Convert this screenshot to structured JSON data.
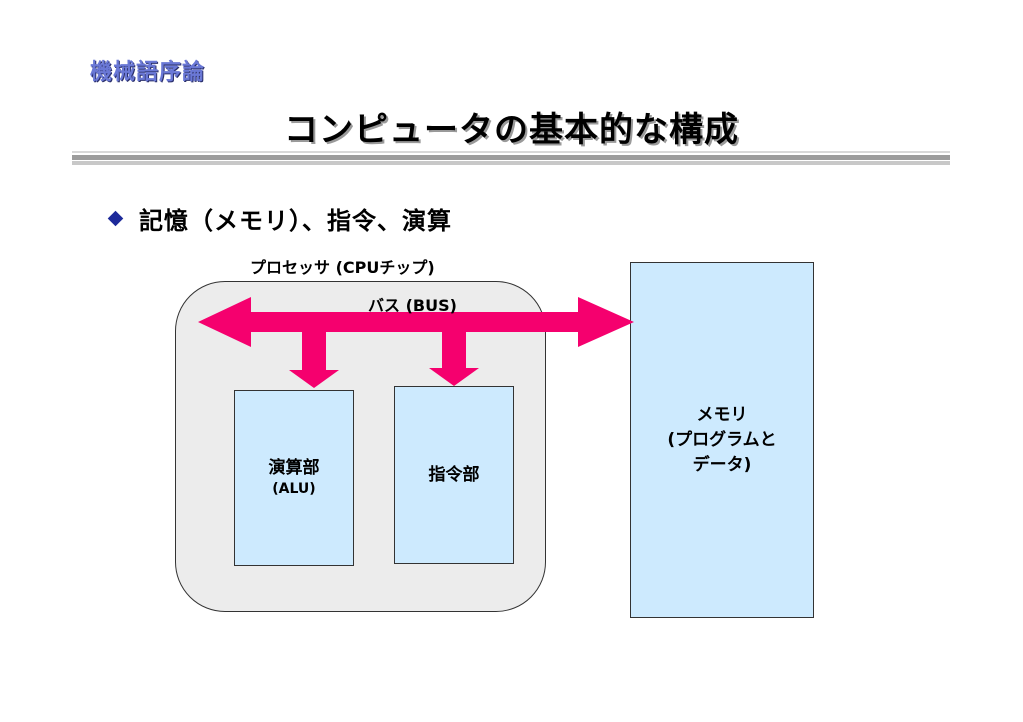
{
  "header": {
    "course_label": "機械語序論",
    "title": "コンピュータの基本的な構成"
  },
  "bullet": {
    "text": "記憶（メモリ）、指令、演算"
  },
  "diagram": {
    "processor_label": "プロセッサ (CPUチップ)",
    "bus_label": "バス (BUS)",
    "alu": {
      "name": "演算部",
      "sub": "(ALU)"
    },
    "control": {
      "name": "指令部"
    },
    "memory": {
      "line1": "メモリ",
      "line2": "(プログラムと",
      "line3": "データ)"
    },
    "colors": {
      "arrow": "#f5006e",
      "unit_fill": "#cdeafe",
      "processor_fill": "#ececec",
      "bullet": "#1d2a9a"
    }
  }
}
